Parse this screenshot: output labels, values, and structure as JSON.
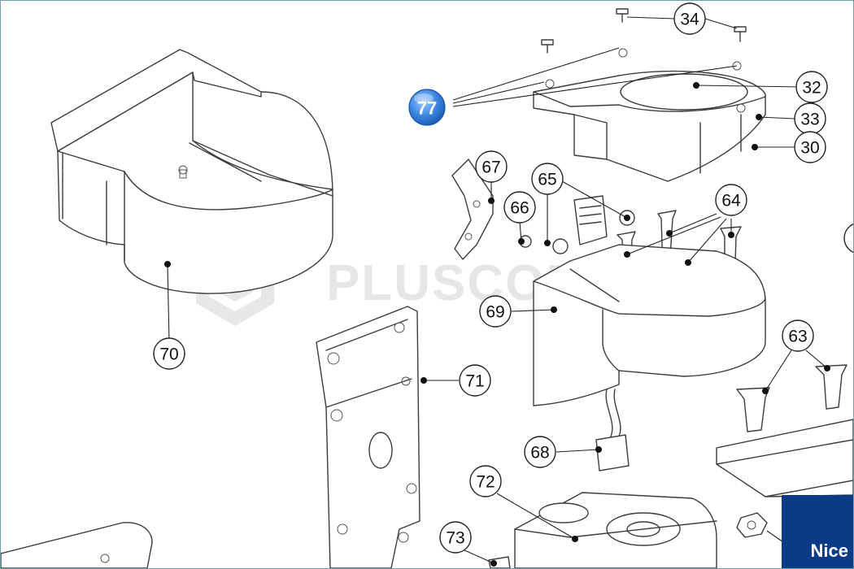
{
  "watermark": {
    "text": "PLUSCOM"
  },
  "brand": {
    "text": "Nice"
  },
  "highlight_callout": {
    "label": "77",
    "color": "#3a86e0"
  },
  "callouts": [
    {
      "id": "34",
      "label": "34"
    },
    {
      "id": "32",
      "label": "32"
    },
    {
      "id": "33",
      "label": "33"
    },
    {
      "id": "30",
      "label": "30"
    },
    {
      "id": "67",
      "label": "67"
    },
    {
      "id": "65",
      "label": "65"
    },
    {
      "id": "66",
      "label": "66"
    },
    {
      "id": "64",
      "label": "64"
    },
    {
      "id": "69",
      "label": "69"
    },
    {
      "id": "70",
      "label": "70"
    },
    {
      "id": "71",
      "label": "71"
    },
    {
      "id": "63",
      "label": "63"
    },
    {
      "id": "68",
      "label": "68"
    },
    {
      "id": "72",
      "label": "72"
    },
    {
      "id": "73",
      "label": "73"
    }
  ]
}
